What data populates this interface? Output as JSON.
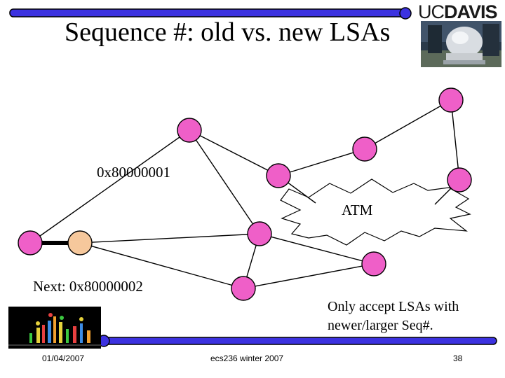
{
  "slide": {
    "title": "Sequence #: old vs. new LSAs",
    "brand_uc": "UC",
    "brand_davis": "DAVIS",
    "old_label": "0x80000001",
    "next_label": "Next: 0x80000002",
    "atm_label": "ATM",
    "note_line1": "Only accept LSAs with",
    "note_line2": "newer/larger Seq#.",
    "footer_date": "01/04/2007",
    "footer_course": "ecs236 winter 2007",
    "footer_page": "38"
  },
  "colors": {
    "node_fill": "#ef5fc8",
    "new_node_fill": "#f6c89c",
    "bar_blue": "#3c32e0",
    "link": "#000000"
  }
}
